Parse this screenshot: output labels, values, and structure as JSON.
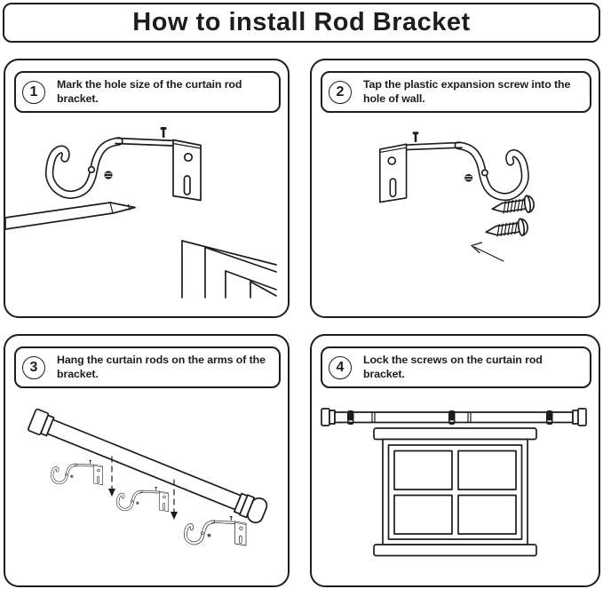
{
  "title": "How to install Rod Bracket",
  "steps": [
    {
      "number": "1",
      "text": "Mark the hole size of the curtain rod bracket.",
      "illustration": "bracket-pencil-and-door-frame"
    },
    {
      "number": "2",
      "text": "Tap the plastic expansion screw into the hole of wall.",
      "illustration": "bracket-with-expansion-screws"
    },
    {
      "number": "3",
      "text": "Hang the curtain rods on the arms of the bracket.",
      "illustration": "rod-lowered-onto-three-brackets"
    },
    {
      "number": "4",
      "text": "Lock the screws on the curtain rod bracket.",
      "illustration": "rod-mounted-above-window"
    }
  ],
  "colors": {
    "line": "#1d1d1b",
    "background": "#ffffff"
  }
}
